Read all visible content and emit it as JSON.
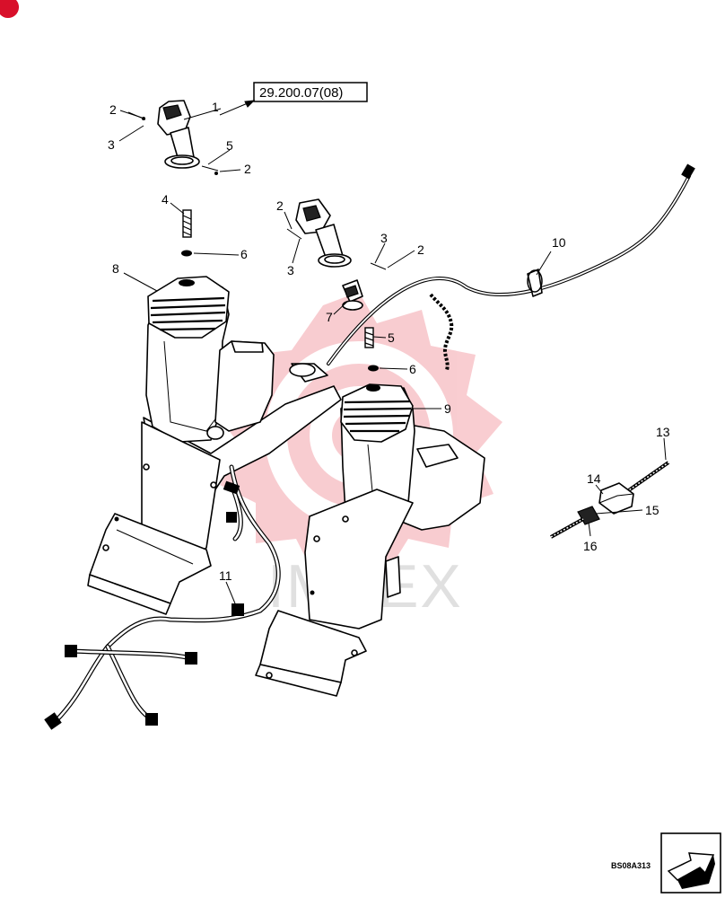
{
  "reference_box": "29.200.07(08)",
  "watermark": "IMTEX",
  "drawing_code": "BS08A313",
  "callouts": {
    "c1": "1",
    "c2a": "2",
    "c2b": "2",
    "c2c": "2",
    "c2d": "2",
    "c3a": "3",
    "c3b": "3",
    "c3c": "3",
    "c4": "4",
    "c5a": "5",
    "c5b": "5",
    "c6a": "6",
    "c6b": "6",
    "c7": "7",
    "c8": "8",
    "c9": "9",
    "c10": "10",
    "c11": "11",
    "c13": "13",
    "c14": "14",
    "c15": "15",
    "c16": "16"
  }
}
